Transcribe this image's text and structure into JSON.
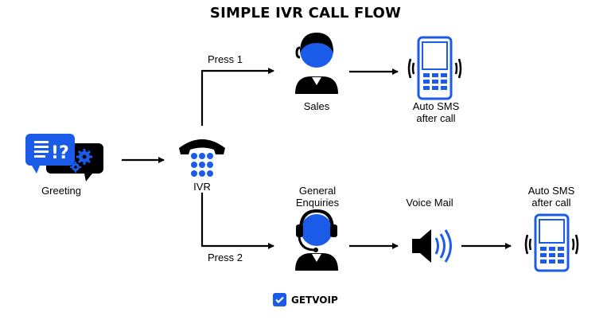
{
  "title": "SIMPLE IVR CALL FLOW",
  "nodes": {
    "greeting": "Greeting",
    "ivr": "IVR",
    "sales": "Sales",
    "general_enquiries_line1": "General",
    "general_enquiries_line2": "Enquiries",
    "voice_mail": "Voice Mail",
    "auto_sms_top_line1": "Auto SMS",
    "auto_sms_top_line2": "after call",
    "auto_sms_bottom_line1": "Auto SMS",
    "auto_sms_bottom_line2": "after call"
  },
  "edges": {
    "press1": "Press 1",
    "press2": "Press 2"
  },
  "brand": {
    "name": "GETVOIP",
    "color": "#1a5be8"
  },
  "colors": {
    "accent": "#1a5be8",
    "ink": "#000000"
  },
  "icons": [
    "chat-bubbles-icon",
    "gears-icon",
    "telephone-keypad-icon",
    "headset-agent-icon",
    "mobile-phone-icon",
    "speaker-icon",
    "checkmark-icon"
  ]
}
